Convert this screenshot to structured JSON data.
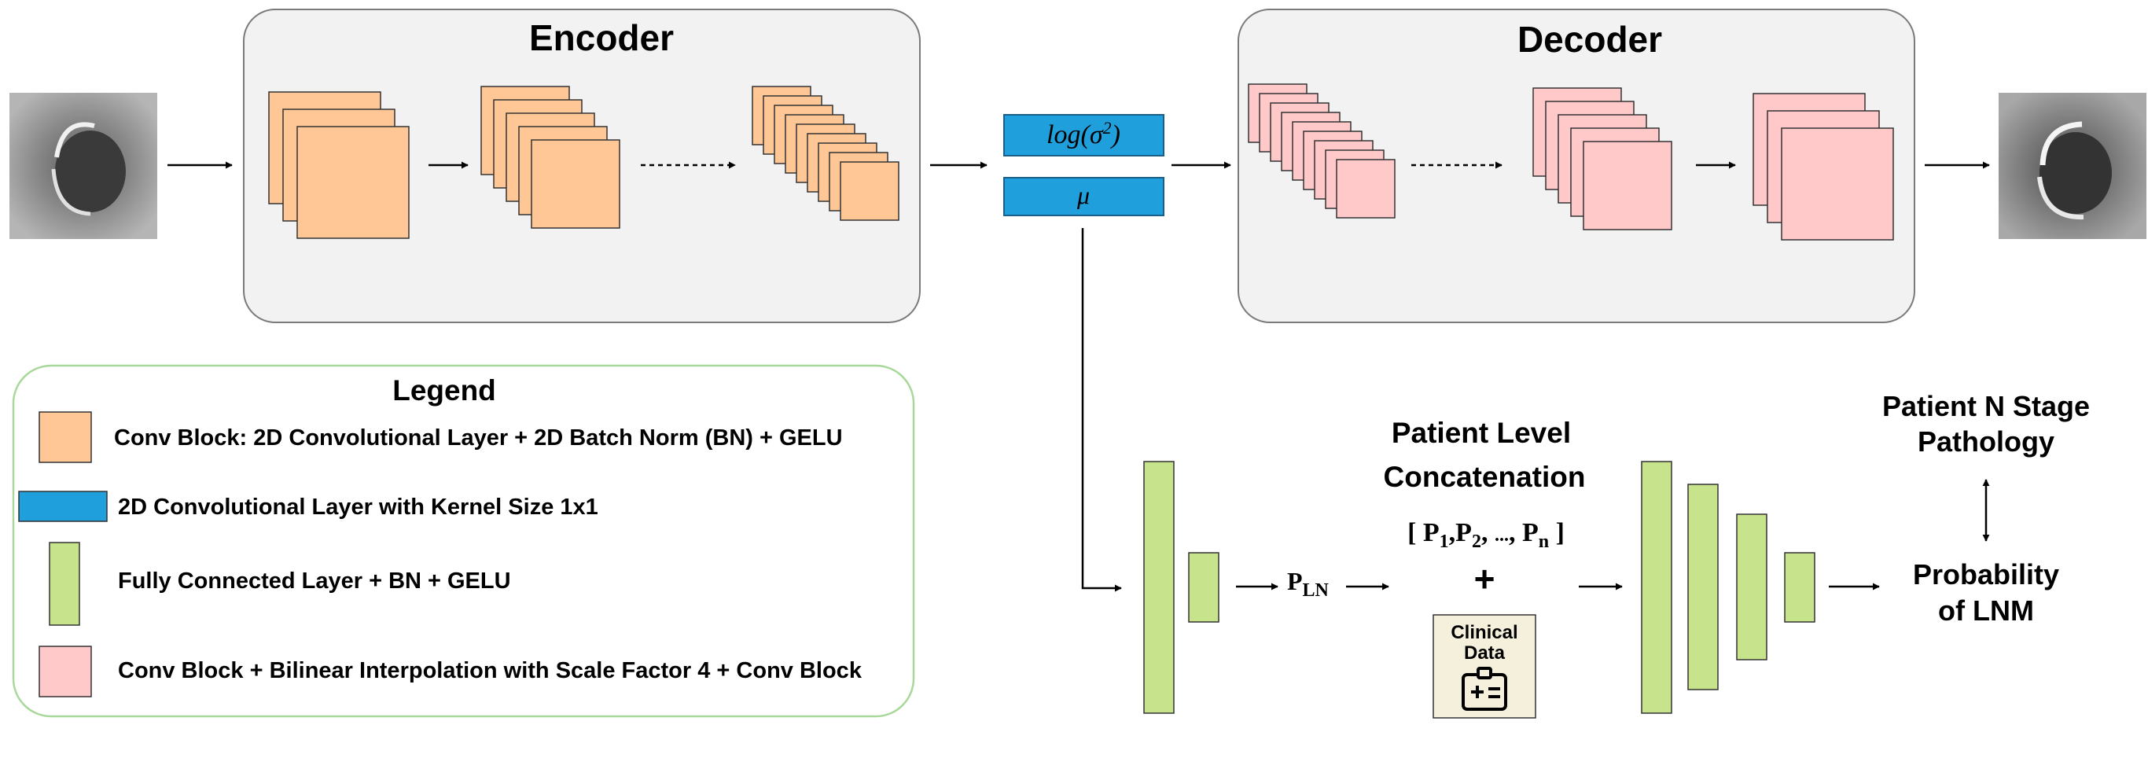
{
  "encoder": {
    "title": "Encoder"
  },
  "decoder": {
    "title": "Decoder"
  },
  "latent": {
    "logvar_fn": "log(",
    "logvar_sym": "σ",
    "logvar_exp": "2",
    "logvar_close": ")",
    "mu": "μ"
  },
  "legend": {
    "title": "Legend",
    "items": [
      "Conv Block: 2D Convolutional Layer + 2D Batch Norm (BN) + GELU",
      "2D Convolutional Layer with Kernel Size 1x1",
      "Fully Connected Layer + BN +  GELU",
      "Conv Block  + Bilinear Interpolation with Scale Factor 4 + Conv Block"
    ]
  },
  "plnl": {
    "p": "P",
    "sub": "LN"
  },
  "concat": {
    "title_line1": "Patient Level",
    "title_line2": "Concatenation",
    "open": "[",
    "close": "]",
    "p": "P",
    "sub1": "1",
    "sub2": "2",
    "subn": "n",
    "comma": ",",
    "dots": "...",
    "plus": "+"
  },
  "clinical": {
    "line1": "Clinical",
    "line2": "Data"
  },
  "n_stage": {
    "line1": "Patient N Stage",
    "line2": "Pathology"
  },
  "prob": {
    "line1": "Probability",
    "line2": "of LNM"
  },
  "colors": {
    "conv": "#FFC795",
    "deconv": "#FFC8C9",
    "fc": "#C7E38C",
    "conv1x1": "#1F9FDB",
    "panel": "#F2F2F2",
    "legend_border": "#A8D89A"
  }
}
